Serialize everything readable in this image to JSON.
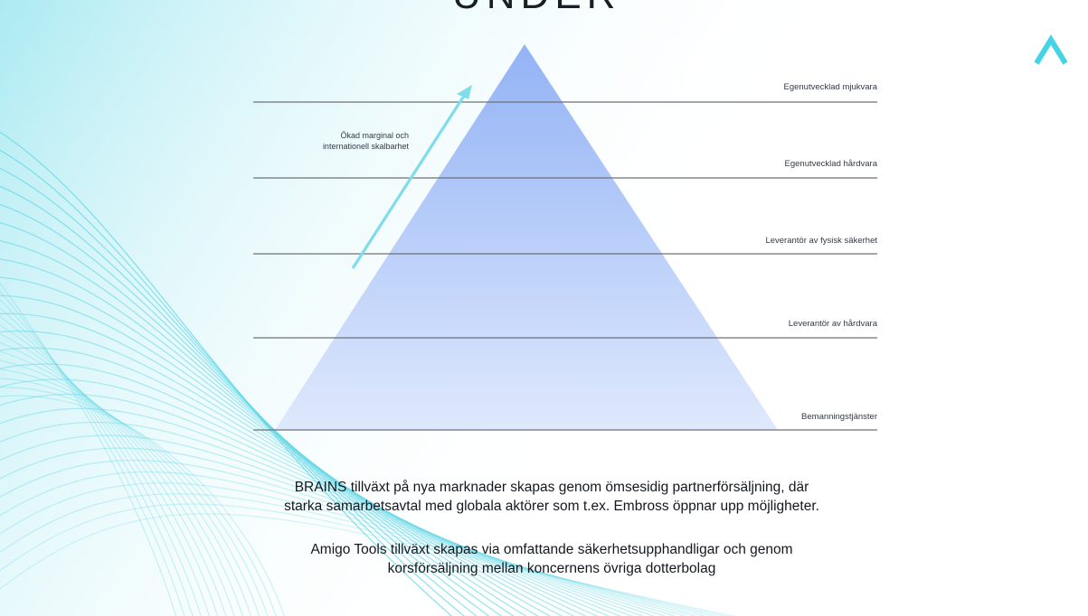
{
  "title_fragment": "UNDER",
  "arrow_caption": [
    "Ökad marginal och",
    "internationell skalbarhet"
  ],
  "tiers": [
    "Egenutvecklad mjukvara",
    "Egenutvecklad hårdvara",
    "Leverantör av fysisk säkerhet",
    "Leverantör av hårdvara",
    "Bemanningstjänster"
  ],
  "paragraphs": [
    [
      "BRAINS tillväxt på nya marknader skapas genom ömsesidig partnerförsäljning, där",
      "starka samarbetsavtal med globala aktörer som t.ex. Embross öppnar upp möjligheter."
    ],
    [
      "Amigo Tools tillväxt skapas via omfattande säkerhetsupphandligar och genom",
      "korsförsäljning mellan koncernens övriga dotterbolag"
    ]
  ],
  "colors": {
    "accent": "#5fd6e6",
    "pyramid_top": "#93b3f5",
    "pyramid_bottom": "#dfe9fd",
    "arrow": "#7fdcea",
    "line": "#6d7178"
  },
  "icons": {
    "logo": "chevron-up-logo"
  }
}
